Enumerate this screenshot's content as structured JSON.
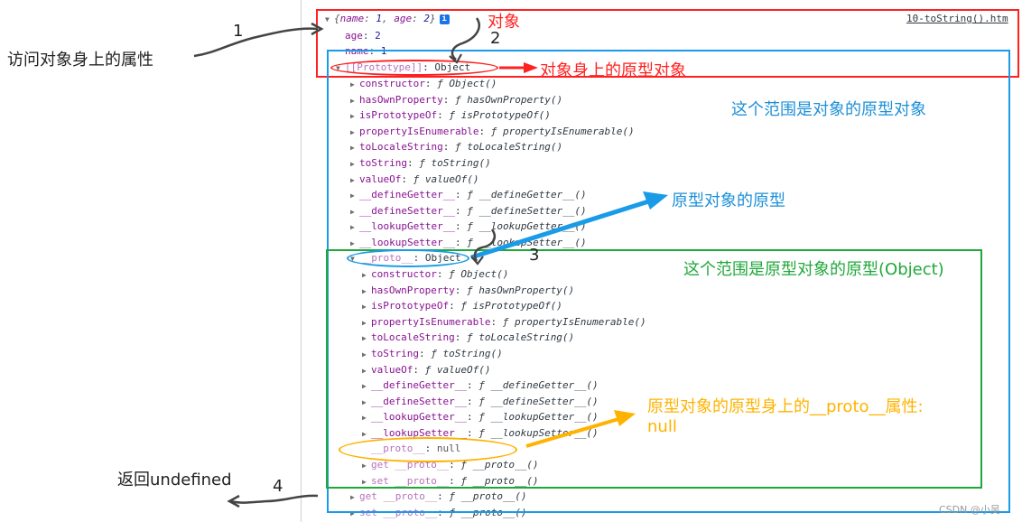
{
  "console": {
    "source_link": "10-toString().htm",
    "root": {
      "summary_open": "{",
      "summary_k1": "name",
      "summary_v1": "1",
      "summary_k2": "age",
      "summary_v2": "2",
      "summary_close": "}",
      "info": "i"
    },
    "own_props": [
      {
        "key": "age",
        "value": "2"
      },
      {
        "key": "name",
        "value": "1"
      }
    ],
    "prototype_row": {
      "key": "[[Prototype]]",
      "value": "Object"
    },
    "proto_members": [
      {
        "key": "constructor",
        "fn": "Object()"
      },
      {
        "key": "hasOwnProperty",
        "fn": "hasOwnProperty()"
      },
      {
        "key": "isPrototypeOf",
        "fn": "isPrototypeOf()"
      },
      {
        "key": "propertyIsEnumerable",
        "fn": "propertyIsEnumerable()"
      },
      {
        "key": "toLocaleString",
        "fn": "toLocaleString()"
      },
      {
        "key": "toString",
        "fn": "toString()"
      },
      {
        "key": "valueOf",
        "fn": "valueOf()"
      },
      {
        "key": "__defineGetter__",
        "fn": "__defineGetter__()"
      },
      {
        "key": "__defineSetter__",
        "fn": "__defineSetter__()"
      },
      {
        "key": "__lookupGetter__",
        "fn": "__lookupGetter__()"
      },
      {
        "key": "__lookupSetter__",
        "fn": "__lookupSetter__()"
      }
    ],
    "proto_row": {
      "key": "__proto__",
      "value": "Object"
    },
    "inner_members": [
      {
        "key": "constructor",
        "fn": "Object()"
      },
      {
        "key": "hasOwnProperty",
        "fn": "hasOwnProperty()"
      },
      {
        "key": "isPrototypeOf",
        "fn": "isPrototypeOf()"
      },
      {
        "key": "propertyIsEnumerable",
        "fn": "propertyIsEnumerable()"
      },
      {
        "key": "toLocaleString",
        "fn": "toLocaleString()"
      },
      {
        "key": "toString",
        "fn": "toString()"
      },
      {
        "key": "valueOf",
        "fn": "valueOf()"
      },
      {
        "key": "__defineGetter__",
        "fn": "__defineGetter__()"
      },
      {
        "key": "__defineSetter__",
        "fn": "__defineSetter__()"
      },
      {
        "key": "__lookupGetter__",
        "fn": "__lookupGetter__()"
      },
      {
        "key": "__lookupSetter__",
        "fn": "__lookupSetter__()"
      }
    ],
    "inner_proto_null": {
      "key": "__proto__",
      "value": "null"
    },
    "inner_get_proto": {
      "prefix": "get",
      "key": "__proto__",
      "fn": "__proto__()"
    },
    "inner_set_proto": {
      "prefix": "set",
      "key": "__proto__",
      "fn": "__proto__()"
    },
    "outer_get_proto": {
      "prefix": "get",
      "key": "__proto__",
      "fn": "__proto__()"
    },
    "outer_set_proto": {
      "prefix": "set",
      "key": "__proto__",
      "fn": "__proto__()"
    },
    "fn_glyph": "ƒ"
  },
  "annotations": {
    "access_props": "访问对象身上的属性",
    "num1": "1",
    "num2": "2",
    "num3": "3",
    "num4": "4",
    "object_label": "对象",
    "prototype_label": "对象身上的原型对象",
    "proto_range": "这个范围是对象的原型对象",
    "proto_of_proto": "原型对象的原型",
    "inner_range": "这个范围是原型对象的原型(Object)",
    "null_note_line1": "原型对象的原型身上的__proto__属性:",
    "null_note_line2": "null",
    "return_undefined": "返回undefined",
    "watermark": "CSDN @小吴"
  },
  "colors": {
    "red": "#ff2020",
    "blue": "#1a9be8",
    "green": "#1fa83a",
    "orange": "#ffb300",
    "ann_blue": "#1e90d6"
  }
}
